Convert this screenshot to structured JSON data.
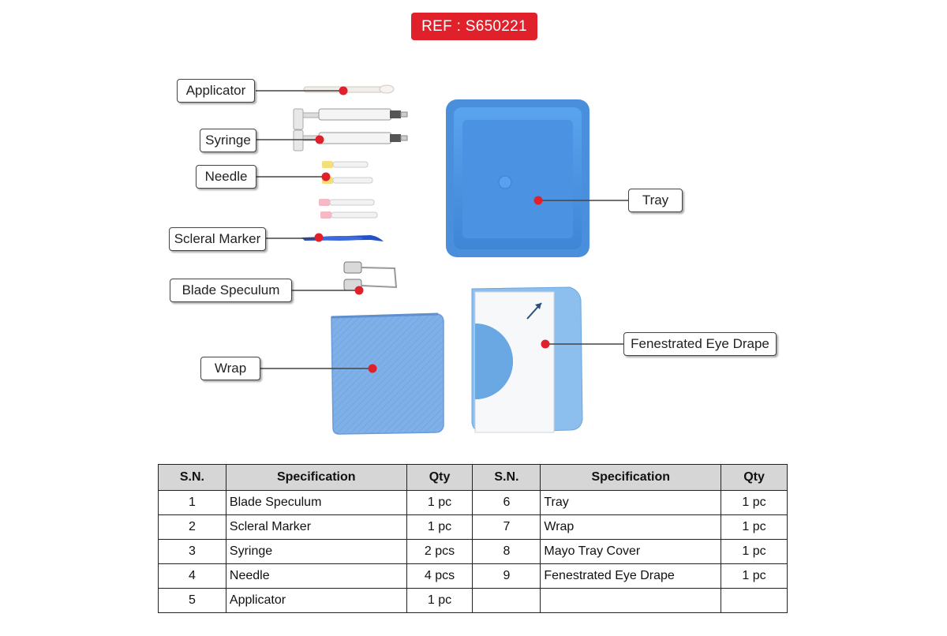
{
  "ref": "REF : S650221",
  "labels": {
    "applicator": "Applicator",
    "syringe": "Syringe",
    "needle": "Needle",
    "scleral_marker": "Scleral Marker",
    "blade_speculum": "Blade Speculum",
    "wrap": "Wrap",
    "tray": "Tray",
    "drape": "Fenestrated Eye Drape"
  },
  "colors": {
    "accent_red": "#e0202a",
    "tray_blue": "#4f95e0",
    "wrap_blue": "#7fb0e8",
    "header_gray": "#d6d6d6"
  },
  "table": {
    "headers": [
      "S.N.",
      "Specification",
      "Qty",
      "S.N.",
      "Specification",
      "Qty"
    ],
    "rows": [
      [
        "1",
        "Blade Speculum",
        "1 pc",
        "6",
        "Tray",
        "1 pc"
      ],
      [
        "2",
        "Scleral Marker",
        "1 pc",
        "7",
        "Wrap",
        "1 pc"
      ],
      [
        "3",
        "Syringe",
        "2 pcs",
        "8",
        "Mayo Tray Cover",
        "1 pc"
      ],
      [
        "4",
        "Needle",
        "4 pcs",
        "9",
        "Fenestrated Eye Drape",
        "1 pc"
      ],
      [
        "5",
        "Applicator",
        "1 pc",
        "",
        "",
        ""
      ]
    ]
  }
}
